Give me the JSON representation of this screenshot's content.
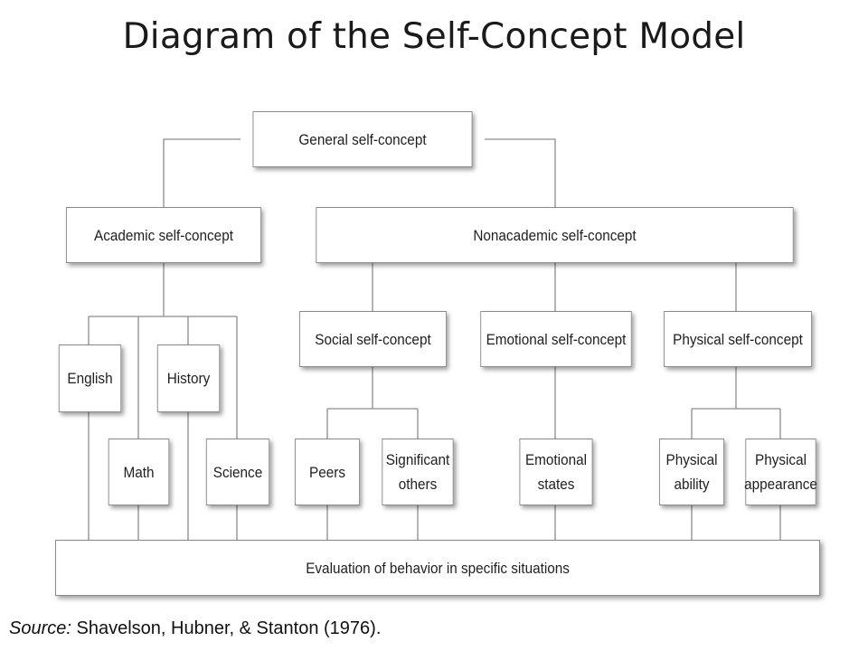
{
  "title": "Diagram of the Self-Concept Model",
  "nodes": {
    "general": "General self-concept",
    "academic": "Academic self-concept",
    "nonacademic": "Nonacademic self-concept",
    "english": "English",
    "history": "History",
    "math": "Math",
    "science": "Science",
    "social": "Social self-concept",
    "emotional": "Emotional self-concept",
    "physical": "Physical self-concept",
    "peers": "Peers",
    "significant_others": "Significant\nothers",
    "emotional_states": "Emotional\nstates",
    "physical_ability": "Physical\nability",
    "physical_appearance": "Physical\nappearance",
    "evaluation": "Evaluation of behavior in specific situations"
  },
  "source": {
    "label": "Source:",
    "text": " Shavelson, Hubner, & Stanton (1976)."
  }
}
